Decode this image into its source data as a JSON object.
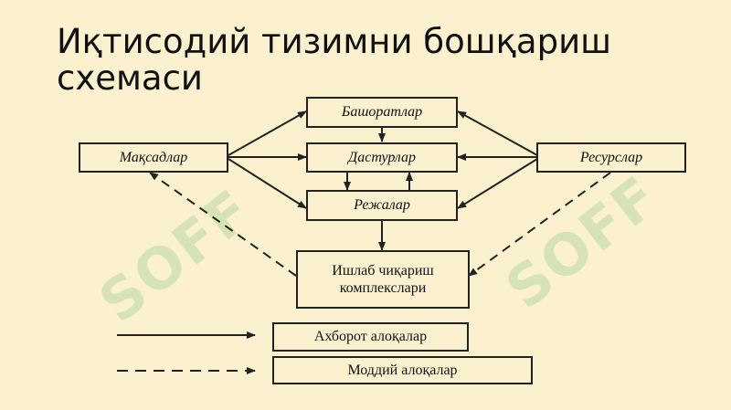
{
  "title": {
    "line1": "Иқтисодий тизимни бошқариш",
    "line2": "схемаси"
  },
  "nodes": {
    "goals": "Мақсадлар",
    "forecasts": "Башоратлар",
    "programs": "Дастурлар",
    "plans": "Режалар",
    "resources": "Ресурслар",
    "production_line1": "Ишлаб чиқариш",
    "production_line2": "комплекслари"
  },
  "legend": {
    "information_links": "Ахборот алоқалар",
    "material_links": "Моддий алоқалар"
  },
  "watermark": "SOFF",
  "colors": {
    "background": "#fbf1cf",
    "stroke": "#222222",
    "watermark": "#b8d9a4"
  }
}
